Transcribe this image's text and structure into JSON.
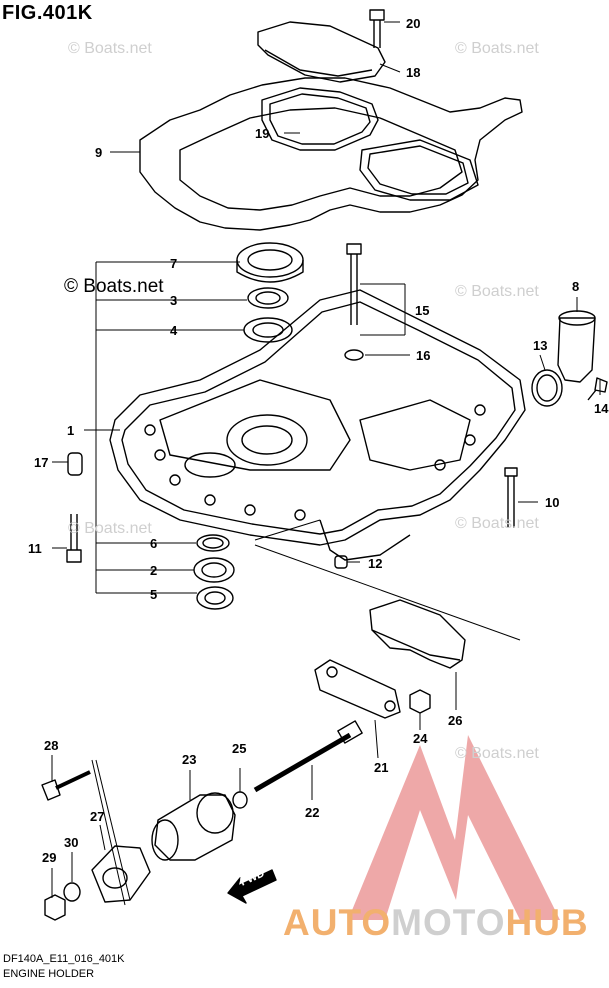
{
  "figure": {
    "title": "FIG.401K"
  },
  "copyright": "© Boats.net",
  "watermarks": [
    "© Boats.net",
    "© Boats.net",
    "© Boats.net",
    "© Boats.net",
    "© Boats.net",
    "© Boats.net"
  ],
  "footer": {
    "code": "DF140A_E11_016_401K",
    "name": "ENGINE HOLDER"
  },
  "brand": {
    "part1": "AUTO",
    "part2": "MOTO",
    "part3": "HUB"
  },
  "fwd_label": "FWD",
  "callouts": {
    "c1": "1",
    "c2": "2",
    "c3": "3",
    "c4": "4",
    "c5": "5",
    "c6": "6",
    "c7": "7",
    "c8": "8",
    "c9": "9",
    "c10": "10",
    "c11": "11",
    "c12": "12",
    "c13": "13",
    "c14": "14",
    "c15": "15",
    "c16": "16",
    "c17": "17",
    "c18": "18",
    "c19": "19",
    "c20": "20",
    "c21": "21",
    "c22": "22",
    "c23": "23",
    "c24": "24",
    "c25": "25",
    "c26": "26",
    "c27": "27",
    "c28": "28",
    "c29": "29",
    "c30": "30"
  },
  "colors": {
    "line": "#000000",
    "watermark": "#cfcfcf",
    "logo_red": "#e06060",
    "brand_orange": "#f2b06e"
  }
}
